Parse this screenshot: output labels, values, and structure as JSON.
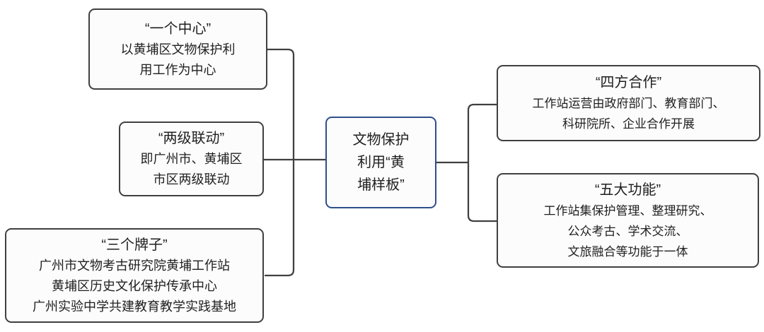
{
  "diagram": {
    "center_node": {
      "text": "文物保护\n利用“黄\n埔样板”"
    },
    "left_nodes": [
      {
        "title": "“一个中心”",
        "body": "以黄埔区文物保护利\n用工作为中心"
      },
      {
        "title": "“两级联动”",
        "body": "即广州市、黄埔区\n市区两级联动"
      },
      {
        "title": "“三个牌子”",
        "body": "广州市文物考古研究院黄埔工作站\n黄埔区历史文化保护传承中心\n广州实验中学共建教育教学实践基地"
      }
    ],
    "right_nodes": [
      {
        "title": "“四方合作”",
        "body": "工作站运营由政府部门、教育部门、\n科研院所、企业合作开展"
      },
      {
        "title": "“五大功能”",
        "body": "工作站集保护管理、整理研究、\n公众考古、学术交流、\n文旅融合等功能于一体"
      }
    ],
    "colors": {
      "node_border": "#404040",
      "center_border": "#2F4E8B",
      "node_fill": "#FCFCFC",
      "connector": "#404040",
      "background": "#FFFFFF"
    }
  }
}
